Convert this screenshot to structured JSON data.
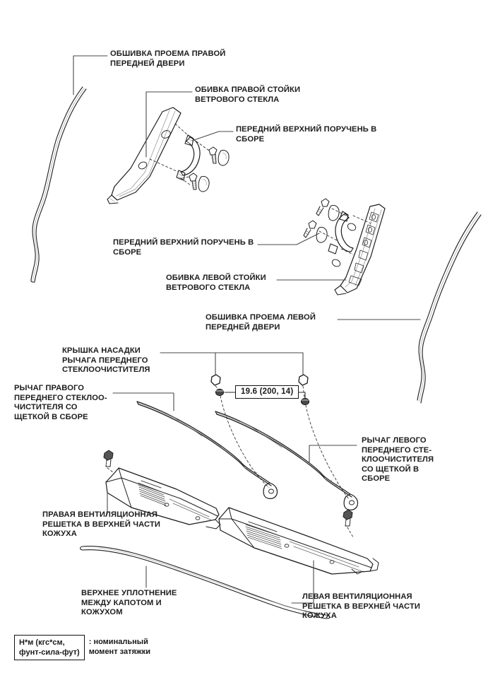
{
  "diagram": {
    "type": "exploded-parts-diagram",
    "subject": "Передняя часть кузова: стойки ветрового стекла, стеклоочистители, кожух",
    "line_color": "#1d1d1d",
    "background": "#ffffff"
  },
  "labels": [
    {
      "id": "right-door-opening-trim",
      "text": "ОБШИВКА ПРОЕМА ПРАВОЙ\nПЕРЕДНЕЙ ДВЕРИ"
    },
    {
      "id": "right-windshield-pillar-garnish",
      "text": "ОБИВКА ПРАВОЙ СТОЙКИ\nВЕТРОВОГО СТЕКЛА"
    },
    {
      "id": "front-upper-assist-grip-right",
      "text": "ПЕРЕДНИЙ ВЕРХНИЙ ПОРУЧЕНЬ В\nСБОРЕ"
    },
    {
      "id": "front-upper-assist-grip-left",
      "text": "ПЕРЕДНИЙ ВЕРХНИЙ ПОРУЧЕНЬ В\nСБОРЕ"
    },
    {
      "id": "left-windshield-pillar-garnish",
      "text": "ОБИВКА ЛЕВОЙ СТОЙКИ\nВЕТРОВОГО СТЕКЛА"
    },
    {
      "id": "left-door-opening-trim",
      "text": "ОБШИВКА ПРОЕМА ЛЕВОЙ\nПЕРЕДНЕЙ ДВЕРИ"
    },
    {
      "id": "wiper-arm-head-cap",
      "text": "КРЫШКА НАСАДКИ\nРЫЧАГА ПЕРЕДНЕГО\nСТЕКЛООЧИСТИТЕЛЯ"
    },
    {
      "id": "right-front-wiper-arm-blade",
      "text": "РЫЧАГ ПРАВОГО\nПЕРЕДНЕГО СТЕКЛОО-\nЧИСТИТЕЛЯ СО\nЩЕТКОЙ В СБОРЕ"
    },
    {
      "id": "left-front-wiper-arm-blade",
      "text": "РЫЧАГ ЛЕВОГО\nПЕРЕДНЕГО СТЕ-\nКЛООЧИСТИТЕЛЯ\nСО ЩЕТКОЙ В\nСБОРЕ"
    },
    {
      "id": "right-cowl-top-ventilator-louver",
      "text": "ПРАВАЯ ВЕНТИЛЯЦИОННАЯ\nРЕШЕТКА В ВЕРХНЕЙ ЧАСТИ\nКОЖУХА"
    },
    {
      "id": "left-cowl-top-ventilator-louver",
      "text": "ЛЕВАЯ ВЕНТИЛЯЦИОННАЯ\nРЕШЕТКА В ВЕРХНЕЙ ЧАСТИ\nКОЖУХА"
    },
    {
      "id": "hood-to-cowl-top-seal",
      "text": "ВЕРХНЕЕ УПЛОТНЕНИЕ\nМЕЖДУ КАПОТОМ И\nКОЖУХОМ"
    }
  ],
  "torque_specs": [
    {
      "id": "wiper-arm-nut-torque",
      "value": "19.6 (200, 14)"
    }
  ],
  "legend": {
    "unit_box": "Н*м (кгс*см,\nфунт-сила-фут)",
    "meaning": ": номинальный\nмомент затяжки"
  }
}
